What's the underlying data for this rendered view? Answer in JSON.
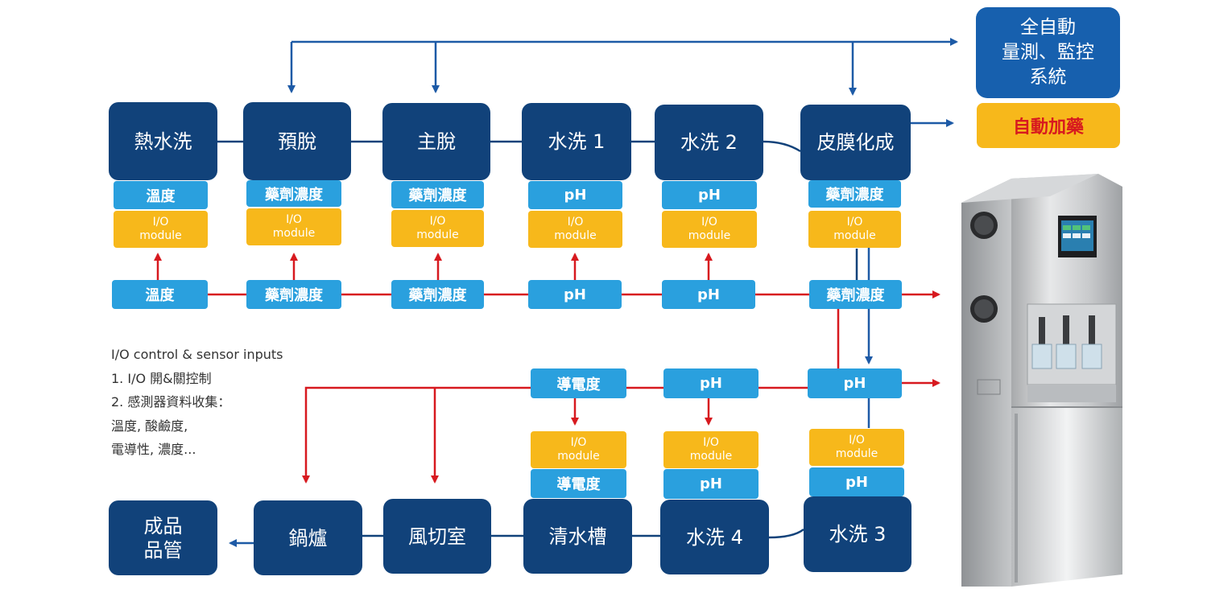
{
  "system": {
    "label": "全自動\n量測、監控\n系統",
    "dosing": "自動加藥"
  },
  "process_top": [
    "熱水洗",
    "預脫",
    "主脫",
    "水洗 1",
    "水洗 2",
    "皮膜化成"
  ],
  "process_bottom": [
    "成品\n品管",
    "鍋爐",
    "風切室",
    "清水槽",
    "水洗 4",
    "水洗 3"
  ],
  "top_sensor_labels": [
    "溫度",
    "藥劑濃度",
    "藥劑濃度",
    "pH",
    "pH",
    "藥劑濃度"
  ],
  "top_io_labels": [
    "I/O\nmodule",
    "I/O\nmodule",
    "I/O\nmodule",
    "I/O\nmodule",
    "I/O\nmodule",
    "I/O\nmodule"
  ],
  "row_sensor_labels": [
    "溫度",
    "藥劑濃度",
    "藥劑濃度",
    "pH",
    "pH",
    "藥劑濃度"
  ],
  "row2_sensor_labels": [
    "導電度",
    "pH",
    "pH"
  ],
  "bottom_io_labels": [
    "I/O\nmodule",
    "I/O\nmodule",
    "I/O\nmodule"
  ],
  "bottom_sensor_labels": [
    "導電度",
    "pH",
    "pH"
  ],
  "notes": {
    "title": "I/O  control  &  sensor  inputs",
    "line1": "1. I/O  開&關控制",
    "line2": "2. 感測器資料收集：",
    "line3": "溫度, 酸鹼度,",
    "line4": "電導性, 濃度..."
  },
  "colors": {
    "process": "#11427a",
    "sensor": "#2aa0de",
    "io": "#f7b81b",
    "signal": "#d7191f",
    "flow": "#1d5aa6"
  }
}
